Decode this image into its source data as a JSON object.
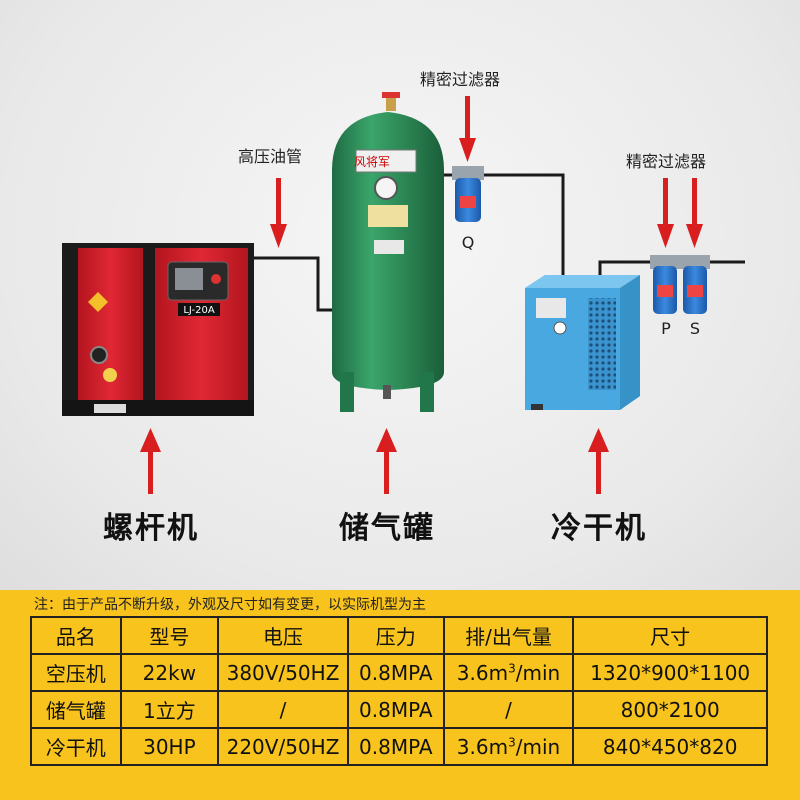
{
  "labels": {
    "hose": "高压油管",
    "filter_top": "精密过滤器",
    "filter_right": "精密过滤器",
    "filter_q": "Q",
    "filter_p": "P",
    "filter_s": "S",
    "compressor_panel": "LJ-20A",
    "tank_brand": "风将军"
  },
  "machines": {
    "compressor": "螺杆机",
    "tank": "储气罐",
    "dryer": "冷干机"
  },
  "colors": {
    "compressor_red": "#d5222f",
    "tank_green": "#2e8b57",
    "dryer_blue": "#4aa8e0",
    "filter_blue": "#2a72c8",
    "banner_yellow": "#f7c31c",
    "arrow_red": "#d81e1e"
  },
  "note": "注：由于产品不断升级，外观及尺寸如有变更，以实际机型为主",
  "table": {
    "headers": [
      "品名",
      "型号",
      "电压",
      "压力",
      "排/出气量",
      "尺寸"
    ],
    "rows": [
      {
        "name": "空压机",
        "model": "22kw",
        "voltage": "380V/50HZ",
        "pressure": "0.8MPA",
        "flow_pre": "3.6m",
        "flow_sup": "3",
        "flow_post": "/min",
        "size": "1320*900*1100"
      },
      {
        "name": "储气罐",
        "model": "1立方",
        "voltage": "/",
        "pressure": "0.8MPA",
        "flow_pre": "/",
        "flow_sup": "",
        "flow_post": "",
        "size": "800*2100"
      },
      {
        "name": "冷干机",
        "model": "30HP",
        "voltage": "220V/50HZ",
        "pressure": "0.8MPA",
        "flow_pre": "3.6m",
        "flow_sup": "3",
        "flow_post": "/min",
        "size": "840*450*820"
      }
    ]
  }
}
